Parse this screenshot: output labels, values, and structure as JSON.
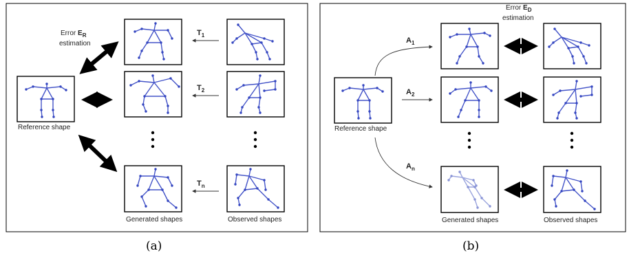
{
  "panel_a": {
    "reference_label": "Reference shape",
    "generated_label": "Generated shapes",
    "observed_label": "Observed shapes",
    "error_line1": "Error",
    "error_symbol": "E",
    "error_subscript": "R",
    "error_line2": "estimation",
    "transforms": [
      {
        "symbol": "T",
        "subscript": "1"
      },
      {
        "symbol": "T",
        "subscript": "2"
      },
      {
        "symbol": "T",
        "subscript": "n"
      }
    ],
    "caption": "(a)"
  },
  "panel_b": {
    "reference_label": "Reference shape",
    "generated_label": "Generated shapes",
    "observed_label": "Observed shapes",
    "error_line1": "Error",
    "error_symbol": "E",
    "error_subscript": "D",
    "error_line2": "estimation",
    "transforms": [
      {
        "symbol": "A",
        "subscript": "1"
      },
      {
        "symbol": "A",
        "subscript": "2"
      },
      {
        "symbol": "A",
        "subscript": "n"
      }
    ],
    "caption": "(b)"
  },
  "colors": {
    "skeleton": "#4454c8",
    "frame": "#000000",
    "arrow": "#000000"
  }
}
